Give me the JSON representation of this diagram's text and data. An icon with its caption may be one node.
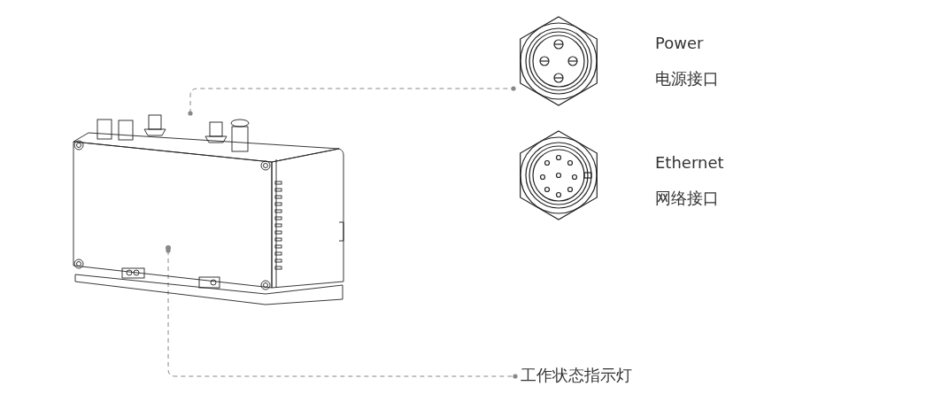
{
  "diagram": {
    "nodes": [
      {
        "text": [],
        "shape": "picture"
      },
      {
        "text": [],
        "shape": "circle",
        "in": 0
      },
      {
        "text": [],
        "shape": "picture",
        "beside": [
          "Power",
          "电源接口"
        ]
      },
      {
        "text": [],
        "shape": "picture",
        "beside": [
          "Ethernet",
          "网络接口"
        ]
      },
      {
        "text": [
          "工作状态指示灯"
        ]
      }
    ],
    "edges": [
      {
        "from": 0,
        "to": 2,
        "arrow": "other",
        "style": "dashed"
      },
      {
        "from": 1,
        "to": 4,
        "arrow": "other",
        "style": "dashed"
      }
    ]
  }
}
